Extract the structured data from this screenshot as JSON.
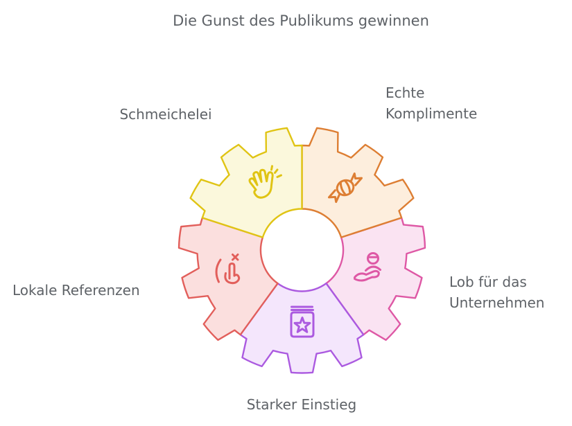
{
  "title": "Die Gunst des Publikums gewinnen",
  "colors": {
    "text": "#5e6267",
    "background": "#ffffff"
  },
  "diagram": {
    "type": "gear",
    "segment_count": 5,
    "teeth_per_segment": 3
  },
  "segments": [
    {
      "id": "schmeichelei",
      "label": "Schmeichelei",
      "icon": "clapping-hands-icon",
      "stroke": "#e0c414",
      "fill": "#fbf8dc"
    },
    {
      "id": "echte-komplimente",
      "label": "Echte\nKomplimente",
      "icon": "candy-icon",
      "stroke": "#dd7e33",
      "fill": "#fdeedd"
    },
    {
      "id": "lob-fuer-das-unternehmen",
      "label": "Lob für das\nUnternehmen",
      "icon": "person-in-hand-icon",
      "stroke": "#de58a5",
      "fill": "#fae3f2"
    },
    {
      "id": "starker-einstieg",
      "label": "Starker Einstieg",
      "icon": "book-star-icon",
      "stroke": "#ab5ae0",
      "fill": "#f4e6fc"
    },
    {
      "id": "lokale-referenzen",
      "label": "Lokale Referenzen",
      "icon": "pointing-hand-icon",
      "stroke": "#e25f5b",
      "fill": "#fbdfde"
    }
  ]
}
